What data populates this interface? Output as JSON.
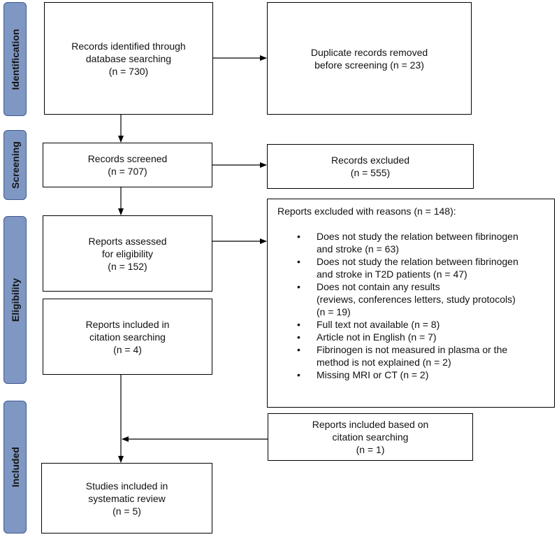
{
  "phases": {
    "identification": "Identification",
    "screening": "Screening",
    "eligibility": "Eligibility",
    "included": "Included"
  },
  "boxes": {
    "records_identified": [
      "Records identified through",
      "database searching",
      "(n = 730)"
    ],
    "duplicates_removed": [
      "Duplicate records removed",
      "before screening (n = 23)"
    ],
    "records_screened": [
      "Records screened",
      "(n = 707)"
    ],
    "records_excluded": [
      "Records excluded",
      "(n = 555)"
    ],
    "reports_assessed": [
      "Reports assessed",
      "for eligibility",
      "(n = 152)"
    ],
    "reports_citation": [
      "Reports included in",
      "citation searching",
      "(n = 4)"
    ],
    "included_citation": [
      "Reports included based on",
      "citation searching",
      "(n = 1)"
    ],
    "studies_included": [
      "Studies included in",
      "systematic review",
      "(n = 5)"
    ]
  },
  "exclusions": {
    "heading": "Reports excluded with reasons (n = 148):",
    "reasons": [
      [
        "Does not study the relation between fibrinogen",
        "and stroke (n = 63)"
      ],
      [
        "Does not study the relation between fibrinogen",
        "and stroke in T2D patients (n = 47)"
      ],
      [
        "Does not contain any results",
        "(reviews, conferences letters, study protocols)",
        "(n = 19)"
      ],
      [
        "Full text not available (n = 8)"
      ],
      [
        "Article not in English (n = 7)"
      ],
      [
        "Fibrinogen is not measured in plasma or the",
        "method is not explained (n = 2)"
      ],
      [
        "Missing MRI or CT (n = 2)"
      ]
    ]
  }
}
